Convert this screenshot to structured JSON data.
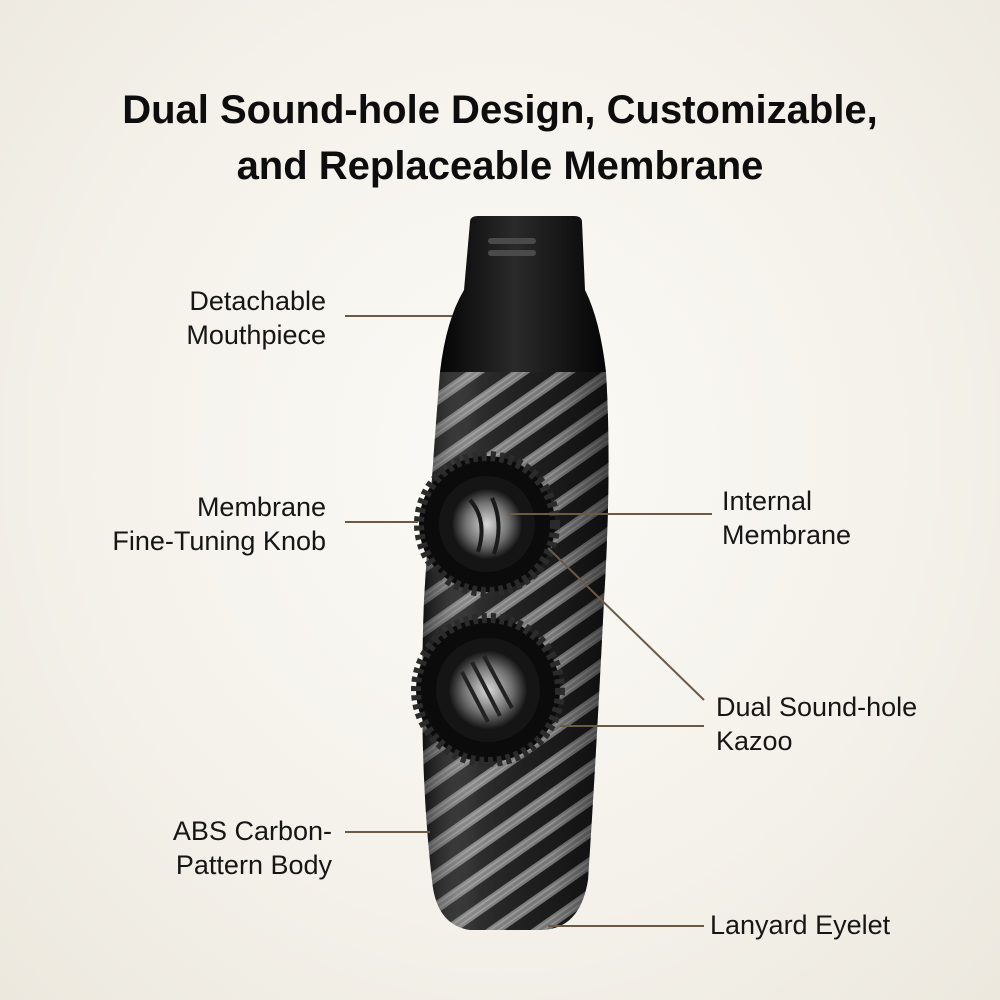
{
  "title": {
    "line1": "Dual Sound-hole Design, Customizable,",
    "line2": "and Replaceable Membrane"
  },
  "labels": {
    "mouthpiece": {
      "line1": "Detachable",
      "line2": "Mouthpiece"
    },
    "knob": {
      "line1": "Membrane",
      "line2": "Fine-Tuning Knob"
    },
    "body": {
      "line1": "ABS Carbon-",
      "line2": "Pattern Body"
    },
    "membrane": {
      "line1": "Internal",
      "line2": "Membrane"
    },
    "kazoo": {
      "line1": "Dual Sound-hole",
      "line2": "Kazoo"
    },
    "eyelet": {
      "line1": "Lanyard Eyelet"
    }
  },
  "colors": {
    "leader": "#6b5a45",
    "body_dark": "#1a1a1a",
    "body_stripe": "#8a8a8a",
    "text": "#161616"
  }
}
